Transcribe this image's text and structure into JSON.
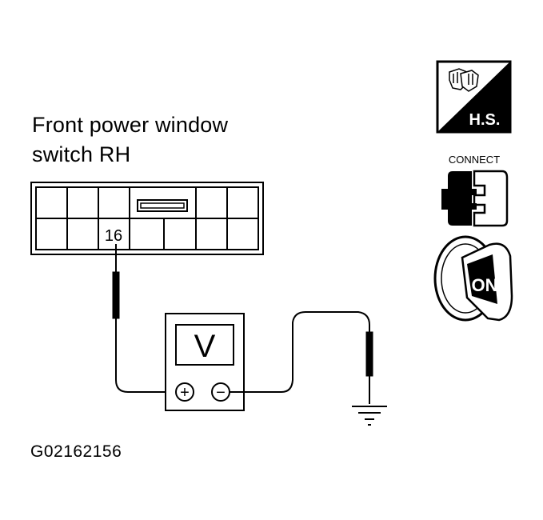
{
  "title_line1": "Front power window",
  "title_line2": "switch RH",
  "terminal_label": "16",
  "meter_label": "V",
  "plus_symbol": "+",
  "minus_symbol": "−",
  "hs_label": "H.S.",
  "connect_label": "CONNECT",
  "on_label": "ON",
  "figure_code": "G02162156"
}
